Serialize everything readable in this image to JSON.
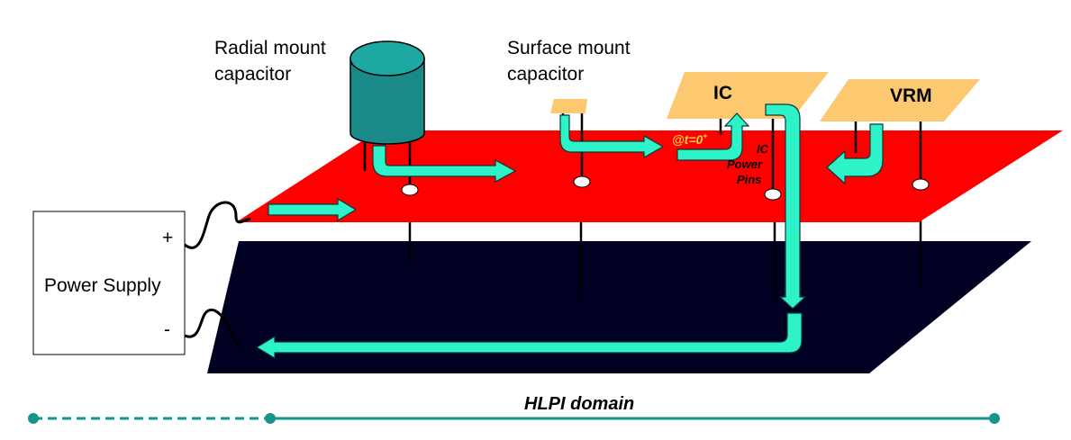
{
  "labels": {
    "radial_line1": "Radial mount",
    "radial_line2": "capacitor",
    "surface_line1": "Surface mount",
    "surface_line2": "capacitor",
    "ic": "IC",
    "vrm": "VRM",
    "t_prefix": "@",
    "t_var": "t",
    "t_eq": "=0",
    "t_sup": "+",
    "ic_pins_line1": "IC",
    "ic_pins_line2": "Power",
    "ic_pins_line3": "Pins",
    "power_supply": "Power Supply",
    "plus": "+",
    "minus": "-",
    "domain": "HLPI domain"
  },
  "colors": {
    "power_plane": "#ff0000",
    "ground_plane": "#000022",
    "capacitor": "#1a8a88",
    "component": "#fcc870",
    "flow_arrow": "#2ef2c8",
    "domain_line": "#16968a"
  }
}
